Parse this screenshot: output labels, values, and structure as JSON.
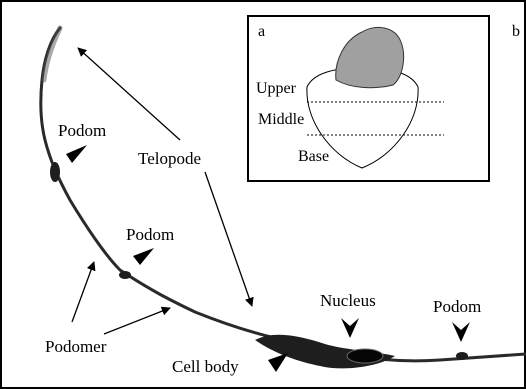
{
  "figure": {
    "panel_a_letter": "a",
    "panel_b_letter": "b",
    "labels": {
      "podom_top": "Podom",
      "podom_middle": "Podom",
      "podom_right": "Podom",
      "telopode": "Telopode",
      "podomer": "Podomer",
      "nucleus": "Nucleus",
      "cell_body": "Cell body"
    },
    "inset": {
      "upper": "Upper",
      "middle": "Middle",
      "base": "Base"
    },
    "colors": {
      "cell": "#1e1e1e",
      "inset_shape_fill": "#a0a0a0",
      "border": "#000000"
    }
  }
}
